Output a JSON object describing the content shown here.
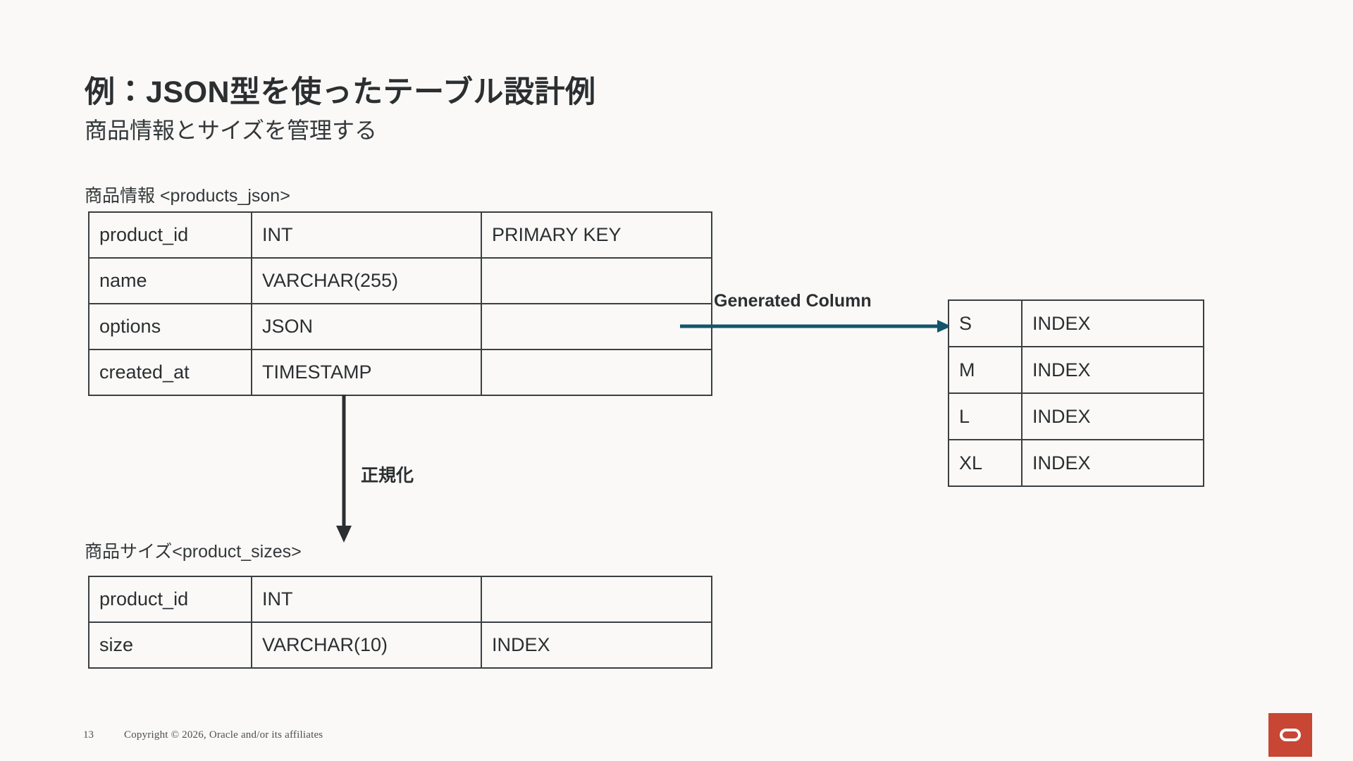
{
  "slide": {
    "title": "例：JSON型を使ったテーブル設計例",
    "subtitle": "商品情報とサイズを管理する",
    "background_color": "#faf9f7"
  },
  "products_table": {
    "caption": "商品情報 <products_json>",
    "rows": [
      {
        "column": "product_id",
        "type": "INT",
        "constraint": "PRIMARY KEY"
      },
      {
        "column": "name",
        "type": "VARCHAR(255)",
        "constraint": ""
      },
      {
        "column": "options",
        "type": "JSON",
        "constraint": ""
      },
      {
        "column": "created_at",
        "type": "TIMESTAMP",
        "constraint": ""
      }
    ]
  },
  "sizes_table": {
    "caption": "商品サイズ<product_sizes>",
    "rows": [
      {
        "column": "product_id",
        "type": "INT",
        "constraint": ""
      },
      {
        "column": "size",
        "type": "VARCHAR(10)",
        "constraint": "INDEX"
      }
    ]
  },
  "generated_table": {
    "rows": [
      {
        "value": "S",
        "index": "INDEX"
      },
      {
        "value": "M",
        "index": "INDEX"
      },
      {
        "value": "L",
        "index": "INDEX"
      },
      {
        "value": "XL",
        "index": "INDEX"
      }
    ]
  },
  "arrows": {
    "generated_column_label": "Generated Column",
    "generated_column_color": "#14556b",
    "normalize_label": "正規化",
    "normalize_color": "#2b2f31"
  },
  "footer": {
    "page_number": "13",
    "copyright": "Copyright © 2026, Oracle and/or its affiliates",
    "logo_color": "#c74634",
    "logo_name": "oracle-logo"
  }
}
